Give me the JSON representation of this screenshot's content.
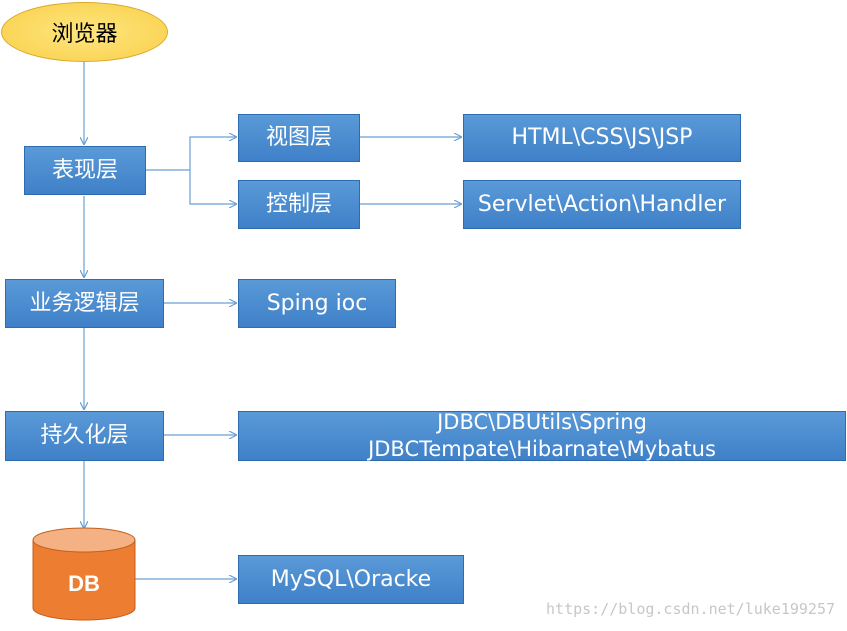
{
  "browser": "浏览器",
  "layers": {
    "presentation": "表现层",
    "business": "业务逻辑层",
    "persistence": "持久化层",
    "database": "DB"
  },
  "presentation_children": {
    "view": "视图层",
    "control": "控制层"
  },
  "technologies": {
    "view": "HTML\\CSS\\JS\\JSP",
    "control": "Servlet\\Action\\Handler",
    "business": "Sping ioc",
    "persistence_line1": "JDBC\\DBUtils\\Spring",
    "persistence_line2": "JDBCTempate\\Hibarnate\\Mybatus",
    "database": "MySQL\\Oracke"
  },
  "watermark": "https://blog.csdn.net/luke199257",
  "colors": {
    "box_fill": "#4a8ad0",
    "browser_fill": "#f8cf48",
    "db_fill": "#ed7d31",
    "arrow": "#6a9fd4"
  }
}
